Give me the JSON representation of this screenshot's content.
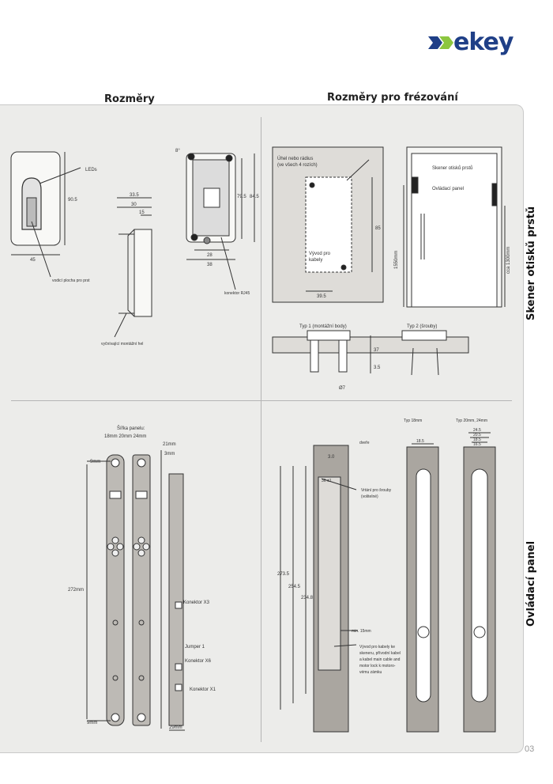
{
  "brand": {
    "name": "ekey",
    "accent": "#8cc63f",
    "navy": "#1f3f87"
  },
  "titles": {
    "left": "Rozměry",
    "right": "Rozměry pro frézování"
  },
  "side_labels": {
    "top": "Skener otisků prstů",
    "bottom": "Ovládací panel"
  },
  "page_number": "03",
  "q1": {
    "leds": "LEDs",
    "height": "90.5",
    "width": "45",
    "finger_guide": "vodicí plocha pro prst",
    "d1": "33.5",
    "d2": "30",
    "d3": "15",
    "mount_frame": "vyčnívající montážní hel",
    "angle": "8°",
    "h1": "79.5",
    "h2": "84.5",
    "w1": "28",
    "w2": "38",
    "connector": "konektor RJ45"
  },
  "q2": {
    "corner": "Úhel nebo rádius",
    "corner2": "(ve všech 4 rozích)",
    "cable": "Vývod pro",
    "cable2": "kabely",
    "h85": "85",
    "w39": "39.5",
    "scanner": "Skener otisků prstů",
    "panel": "Ovládací panel",
    "h1550": "1550mm",
    "h1300": "cca 1300mm",
    "typ1": "Typ 1 (montážní body)",
    "typ2": "Typ 2 (šrouby)",
    "d37": "37",
    "d35": "3.5",
    "phi": "Ø7"
  },
  "q3": {
    "width_title": "Šířka panelu:",
    "widths": "18mm 20mm 24mm",
    "d21": "21mm",
    "d3": "3mm",
    "d9a": "9mm",
    "h272": "272mm",
    "d9b": "9mm",
    "x3": "Konektor X3",
    "jumper": "Jumper 1",
    "x6": "Konektor X6",
    "x1": "Konektor X1",
    "d29": "29mm"
  },
  "q4": {
    "dvere": "dveře",
    "d30": "3.0",
    "d36": "36 ±1",
    "screws": "Vrtání pro šrouby",
    "screws2": "(volitelné)",
    "h2735": "273.5",
    "h2545": "254.5",
    "h2348": "234.8",
    "min15": "min. 15mm",
    "note1": "Vývod pro kabely ke",
    "note2": "skeneru, přívodní kabel",
    "note3": "a kabel main cable and",
    "note4": "motor lock k motoro-",
    "note5": "vému zámku",
    "typ18": "Typ 18mm",
    "typ2024": "Typ 20mm, 24mm",
    "w185": "18.5",
    "w245": "24.5",
    "w205": "20.5",
    "w185b": "18.5",
    "w165": "16.5"
  }
}
